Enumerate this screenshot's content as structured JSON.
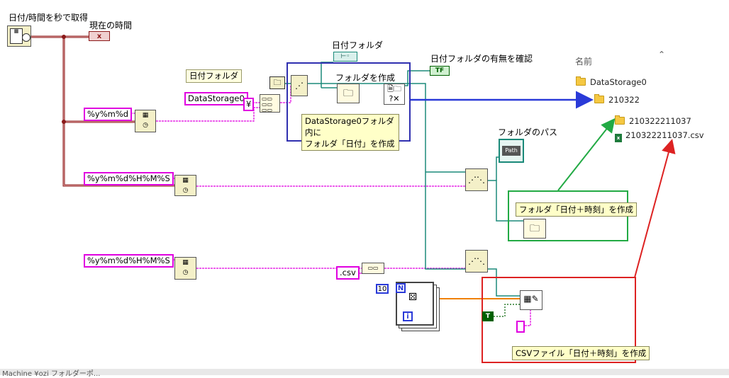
{
  "diagram": {
    "labels": {
      "get_date_time": "日付/時間を秒で取得",
      "current_time": "現在の時間",
      "date_folder_top": "日付フォルダ",
      "date_folder_exists": "日付フォルダの有無を確認",
      "create_folder": "フォルダを作成",
      "date_folder_label": "日付フォルダ",
      "folder_path": "フォルダのパス",
      "name_header": "名前"
    },
    "constants": {
      "datastorage": "DataStorage0",
      "yen": "¥",
      "fmt_date": "%y%m%d",
      "fmt_datetime_1": "%y%m%d%H%M%S",
      "fmt_datetime_2": "%y%m%d%H%M%S",
      "csv_ext": ".csv",
      "loop_count": "10",
      "loop_n": "N",
      "loop_i": "i",
      "bool_true": "T",
      "tf_indicator": "TF",
      "path_indicator": "Path",
      "cur_time_ind": "x",
      "empty_str": ""
    },
    "notes": {
      "blue_note_line1": "DataStorage0フォルダ内に",
      "blue_note_line2": "フォルダ「日付」を作成",
      "green_note": "フォルダ「日付＋時刻」を作成",
      "red_note": "CSVファイル「日付＋時刻」を作成"
    },
    "file_tree": [
      {
        "name": "DataStorage0",
        "kind": "folder"
      },
      {
        "name": "210322",
        "kind": "folder"
      },
      {
        "name": "210322211037",
        "kind": "folder"
      },
      {
        "name": "210322211037.csv",
        "kind": "csv"
      }
    ],
    "footer_text": " Machine ¥ozi フォルダーポ..."
  },
  "colors": {
    "string_wire": "#e000e0",
    "timestamp_wire": "#8b1a1a",
    "path_wire": "#1b8a7a",
    "numeric_wire": "#f08000",
    "bool_wire": "#006000",
    "frame_blue": "#3030b0",
    "frame_green": "#22aa44",
    "frame_red": "#dd2222",
    "arrow_blue": "#2a3ad8"
  }
}
